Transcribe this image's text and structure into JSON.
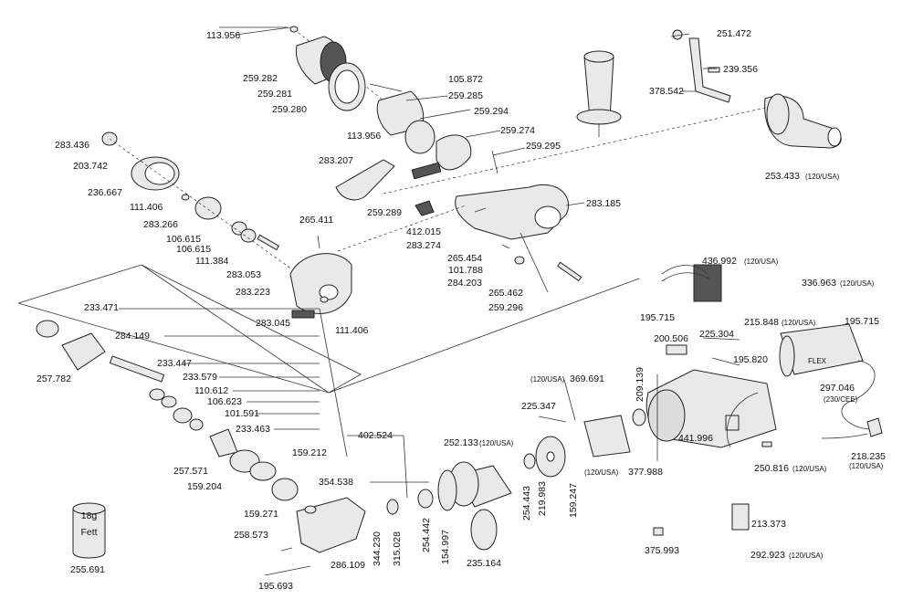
{
  "part_labels": [
    "113.956",
    "259.282",
    "259.281",
    "259.280",
    "105.872",
    "259.285",
    "259.294",
    "259.274",
    "113.956",
    "259.295",
    "283.207",
    "283.436",
    "203.742",
    "236.667",
    "111.406",
    "283.266",
    "106.615",
    "106.615",
    "111.384",
    "283.053",
    "283.223",
    "283.045",
    "111.406",
    "265.411",
    "259.289",
    "412.015",
    "283.274",
    "283.185",
    "265.454",
    "101.788",
    "284.203",
    "265.462",
    "259.296",
    "251.472",
    "239.356",
    "378.542",
    "253.433",
    "436.992",
    "195.715",
    "336.963",
    "195.715",
    "215.848",
    "200.506",
    "225.304",
    "195.820",
    "233.471",
    "284.149",
    "257.782",
    "233.447",
    "233.579",
    "110.612",
    "106.623",
    "101.591",
    "233.463",
    "402.524",
    "159.212",
    "257.571",
    "159.204",
    "354.538",
    "159.271",
    "258.573",
    "195.693",
    "286.109",
    "344.230",
    "315.028",
    "254.442",
    "154.997",
    "235.164",
    "252.133",
    "254.443",
    "219.983",
    "159.247",
    "225.347",
    "369.691",
    "209.139",
    "377.988",
    "441.996",
    "297.046",
    "218.235",
    "250.816",
    "213.373",
    "292.923",
    "375.993",
    "255.691"
  ],
  "notes": [
    "(120/USA)",
    "(230/CEE)"
  ],
  "fett_can": {
    "weight": "18g",
    "label": "Fett"
  },
  "brand_logo": "FLEX",
  "colors": {
    "ink": "#222222",
    "fill": "#e9e9e9",
    "background": "#ffffff"
  }
}
